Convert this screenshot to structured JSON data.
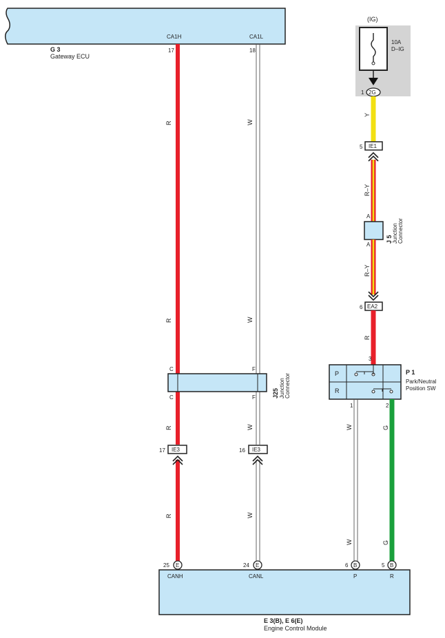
{
  "components": {
    "gateway_ecu": {
      "code": "G 3",
      "name": "Gateway ECU",
      "pins": [
        {
          "num": "17",
          "name": "CA1H"
        },
        {
          "num": "18",
          "name": "CA1L"
        }
      ]
    },
    "fuse": {
      "supply": "(IG)",
      "rating": "10A",
      "name": "D–IG"
    },
    "junction_j5": {
      "code": "J 5",
      "name_line1": "Junction",
      "name_line2": "Connector",
      "pin_top": "A",
      "pin_bottom": "A"
    },
    "junction_j25": {
      "code": "J25",
      "name_line1": "Junction",
      "name_line2": "Connector",
      "pins": [
        "C",
        "F",
        "C",
        "F"
      ]
    },
    "switch_p1": {
      "code": "P 1",
      "name_line1": "Park/Neutral",
      "name_line2": "Position SW",
      "rows": [
        "P",
        "R"
      ],
      "pins": {
        "top": "3",
        "left": "1",
        "right": "2"
      }
    },
    "ecm": {
      "code": "E 3(B), E 6(E)",
      "name": "Engine Control Module",
      "pins": [
        {
          "num": "25",
          "conn": "E",
          "name": "CANH"
        },
        {
          "num": "24",
          "conn": "E",
          "name": "CANL"
        },
        {
          "num": "6",
          "conn": "B",
          "name": "P"
        },
        {
          "num": "5",
          "conn": "B",
          "name": "R"
        }
      ]
    }
  },
  "connectors": [
    {
      "pin": "1",
      "id": "2G"
    },
    {
      "pin": "5",
      "id": "IE1"
    },
    {
      "pin": "6",
      "id": "EA2"
    },
    {
      "pin": "17",
      "id": "IE3"
    },
    {
      "pin": "16",
      "id": "IE3"
    }
  ],
  "wire_colors": {
    "red": "R",
    "white": "W",
    "yellow": "Y",
    "red_yellow": "R–Y",
    "green": "G"
  },
  "colors": {
    "box_fill": "#c5e6f7",
    "red_wire": "#e8202a",
    "yellow_wire": "#f2e012",
    "green_wire": "#1aa03c",
    "fuse_bg": "#d4d4d4"
  }
}
